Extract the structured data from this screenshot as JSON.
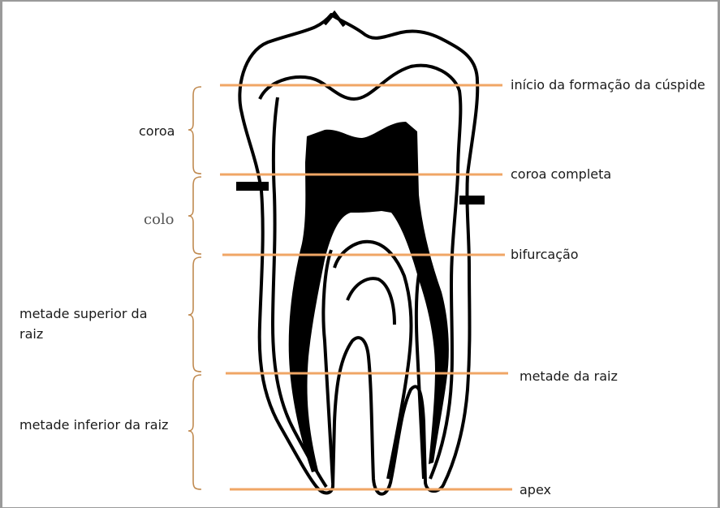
{
  "colors": {
    "level_line": "#f0a665",
    "brace": "#c08a50",
    "tooth_outline": "#000000",
    "pulp": "#000000",
    "frame": "#9a9a9a"
  },
  "left_labels": {
    "coroa": "coroa",
    "colo": "colo",
    "metade_superior": "metade superior da raiz",
    "metade_inferior": "metade inferior da raiz"
  },
  "right_labels": {
    "inicio_cuspide": "início da formação da cúspide",
    "coroa_completa": "coroa completa",
    "bifurcacao": "bifurcação",
    "metade_raiz": "metade da raiz",
    "apex": "apex"
  }
}
